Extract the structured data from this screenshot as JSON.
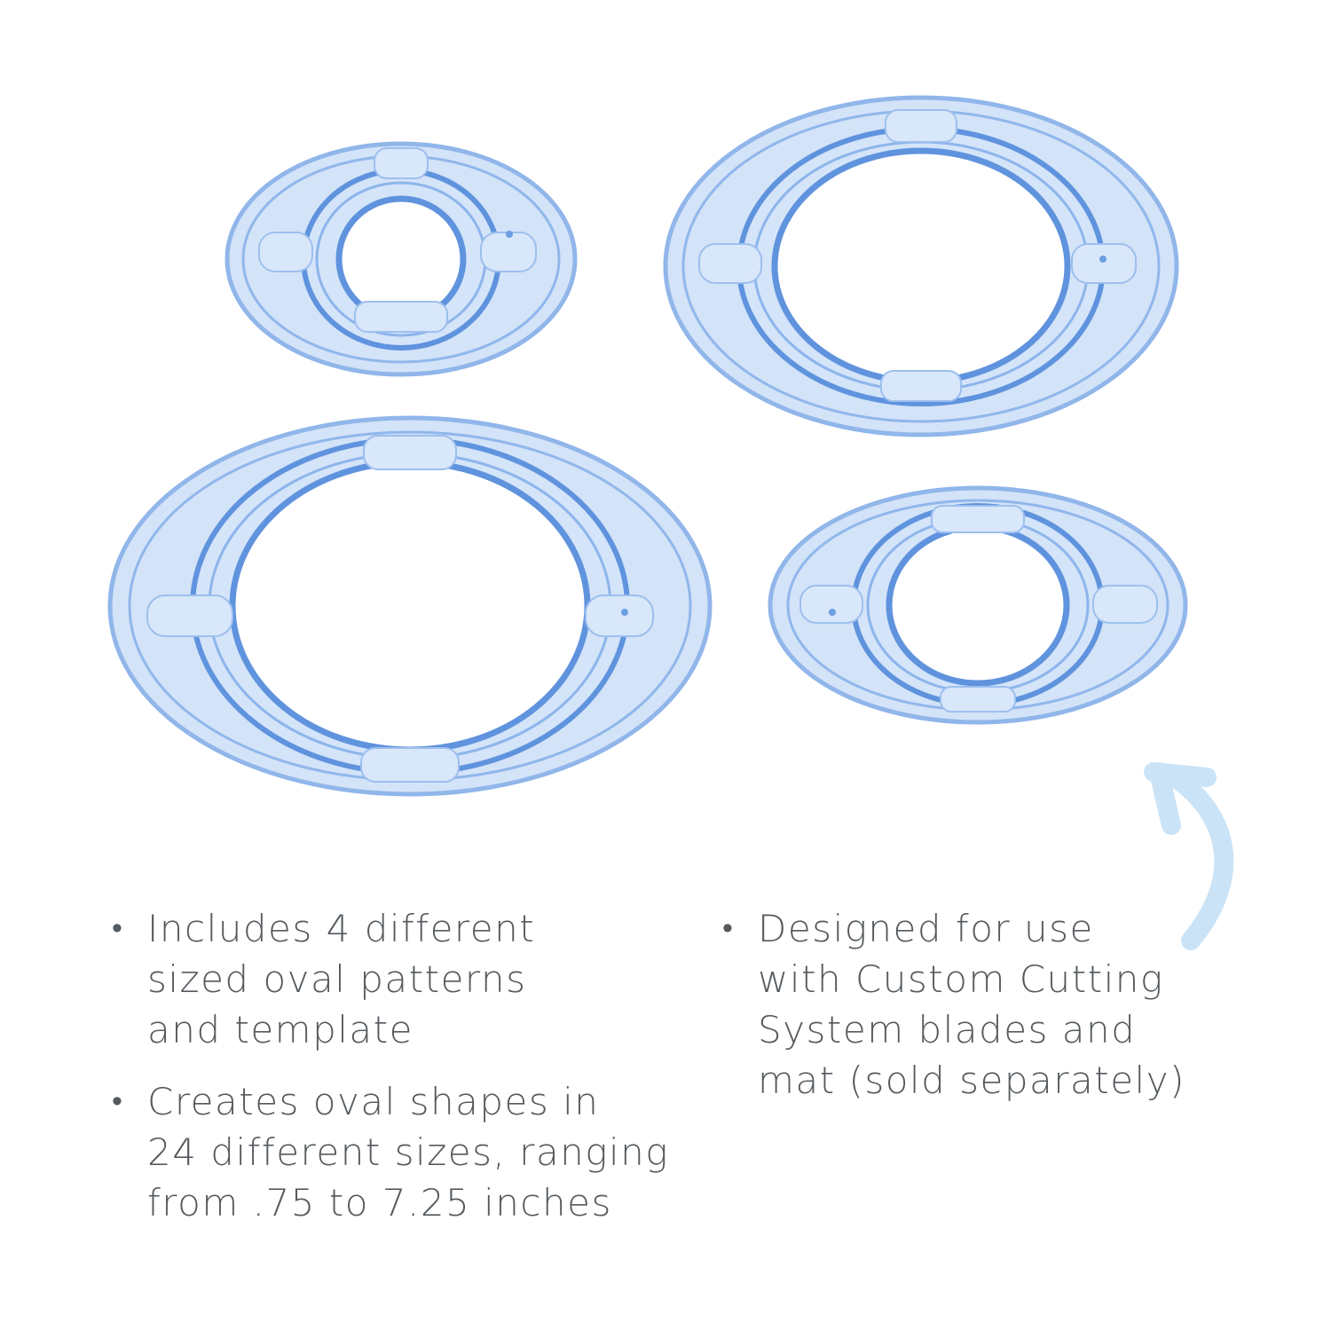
{
  "colors": {
    "ring_fill": "#b9d2f4",
    "ring_stroke": "#6c9ee3",
    "arrow": "#cbe3f6",
    "text": "#555a5e",
    "background": "#ffffff"
  },
  "image": {
    "subject": "four translucent blue oval cutting templates"
  },
  "bullets": {
    "left": [
      {
        "marker": "•",
        "text": "Includes 4 different\nsized oval patterns\nand template"
      },
      {
        "marker": "•",
        "text": "Creates oval shapes in\n24 different sizes, ranging\nfrom .75 to 7.25 inches"
      }
    ],
    "right": [
      {
        "marker": "•",
        "text": "Designed for use\nwith Custom Cutting\nSystem blades and\nmat (sold separately)"
      }
    ]
  },
  "arrow": {
    "icon": "curved-arrow-up-icon"
  }
}
